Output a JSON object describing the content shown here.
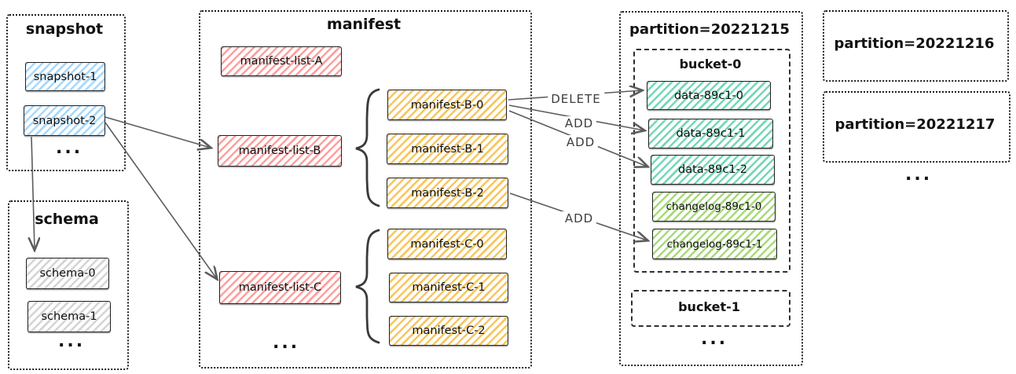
{
  "colors": {
    "stroke": "#1e1e1e",
    "arrow": "#5c5c5c",
    "snapshot_fill": "#a5d8ff",
    "manifest_list_fill": "#ff9f9f",
    "manifest_file_fill": "#f7c65f",
    "data_file_fill": "#74d7b8",
    "changelog_file_fill": "#a8da79",
    "schema_fill": "#d4d4d4"
  },
  "groups": {
    "snapshot": {
      "title": "snapshot",
      "items": [
        "snapshot-1",
        "snapshot-2"
      ],
      "more": "..."
    },
    "schema": {
      "title": "schema",
      "items": [
        "schema-0",
        "schema-1"
      ],
      "more": "..."
    },
    "manifest": {
      "title": "manifest",
      "lists": [
        "manifest-list-A",
        "manifest-list-B",
        "manifest-list-C"
      ],
      "b_files": [
        "manifest-B-0",
        "manifest-B-1",
        "manifest-B-2"
      ],
      "c_files": [
        "manifest-C-0",
        "manifest-C-1",
        "manifest-C-2"
      ],
      "more": "..."
    },
    "partition_20221215": {
      "title": "partition=20221215",
      "bucket0": {
        "title": "bucket-0",
        "data_files": [
          "data-89c1-0",
          "data-89c1-1",
          "data-89c1-2"
        ],
        "changelog_files": [
          "changelog-89c1-0",
          "changelog-89c1-1"
        ]
      },
      "bucket1": {
        "title": "bucket-1"
      },
      "more": "..."
    },
    "partition_20221216": {
      "title": "partition=20221216"
    },
    "partition_20221217": {
      "title": "partition=20221217"
    },
    "partitions_more": "..."
  },
  "edges": {
    "delete": "DELETE",
    "add_1": "ADD",
    "add_2": "ADD",
    "add_3": "ADD"
  }
}
